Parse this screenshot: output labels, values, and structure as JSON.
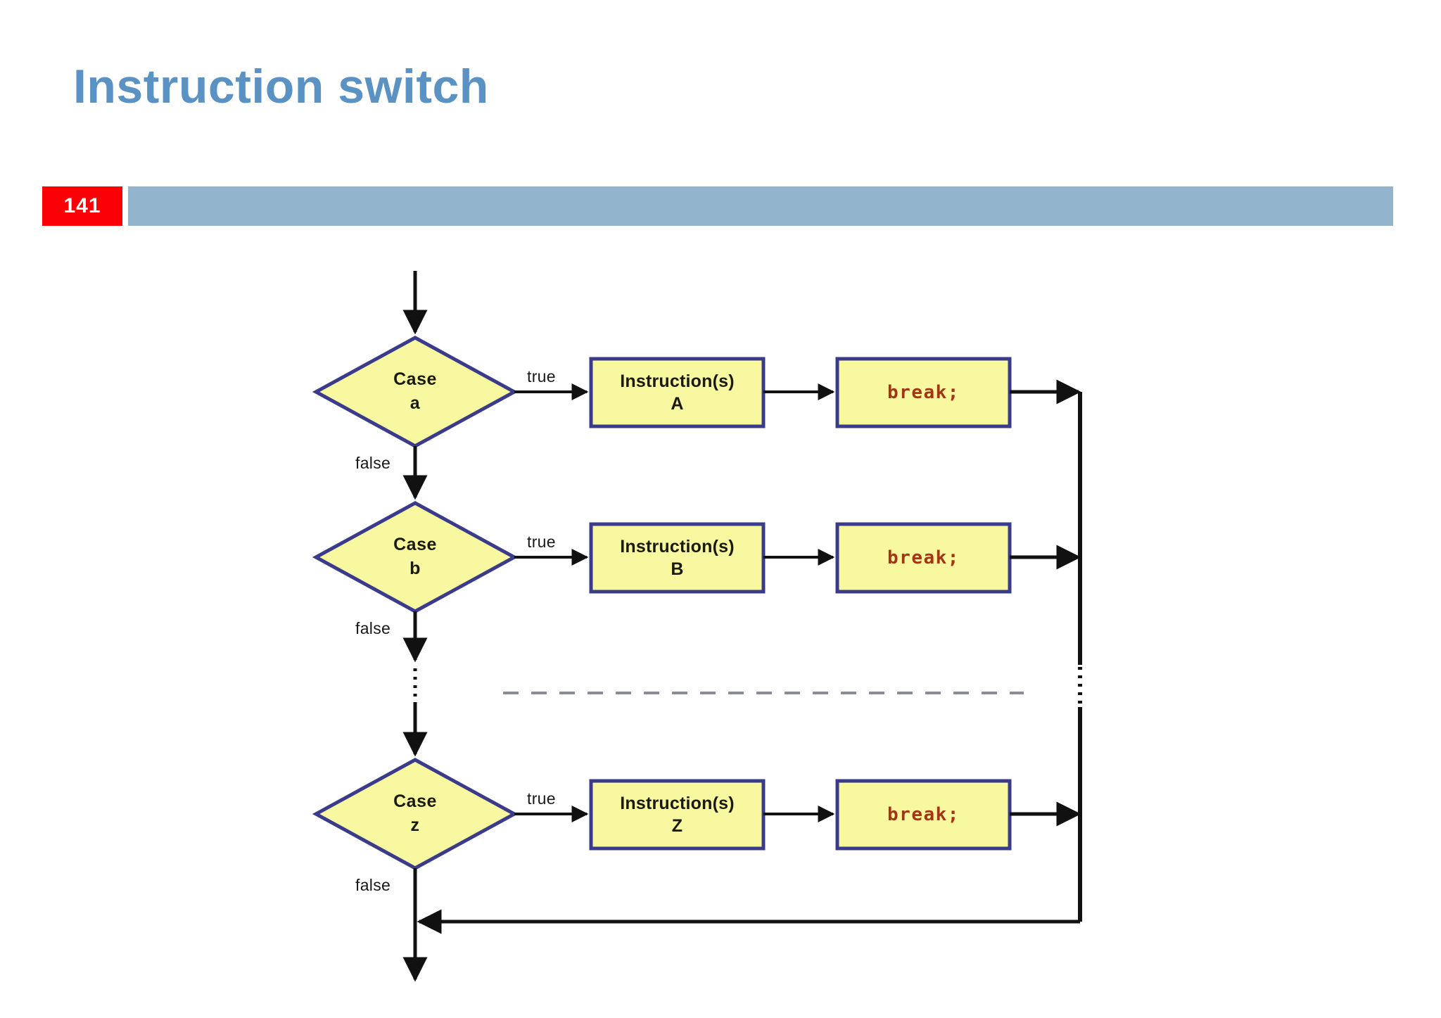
{
  "slide": {
    "title": "Instruction switch",
    "number": "141",
    "accent_blue": "#5b92c4",
    "bar_blue": "#93b4cd",
    "badge_red": "#fb0007"
  },
  "diagram": {
    "type": "flowchart",
    "description": "switch statement control flow",
    "node_fill": "#f8f8a0",
    "node_stroke": "#3b3b8c",
    "line_color": "#111111",
    "dashed_color": "#8c8c96",
    "rows": [
      {
        "decision": {
          "line1": "Case",
          "line2": "a"
        },
        "true_label": "true",
        "false_label": "false",
        "process": {
          "line1": "Instruction(s)",
          "line2": "A"
        },
        "break": "break;"
      },
      {
        "decision": {
          "line1": "Case",
          "line2": "b"
        },
        "true_label": "true",
        "false_label": "false",
        "process": {
          "line1": "Instruction(s)",
          "line2": "B"
        },
        "break": "break;"
      },
      {
        "decision": {
          "line1": "Case",
          "line2": "z"
        },
        "true_label": "true",
        "false_label": "false",
        "process": {
          "line1": "Instruction(s)",
          "line2": "Z"
        },
        "break": "break;"
      }
    ]
  }
}
